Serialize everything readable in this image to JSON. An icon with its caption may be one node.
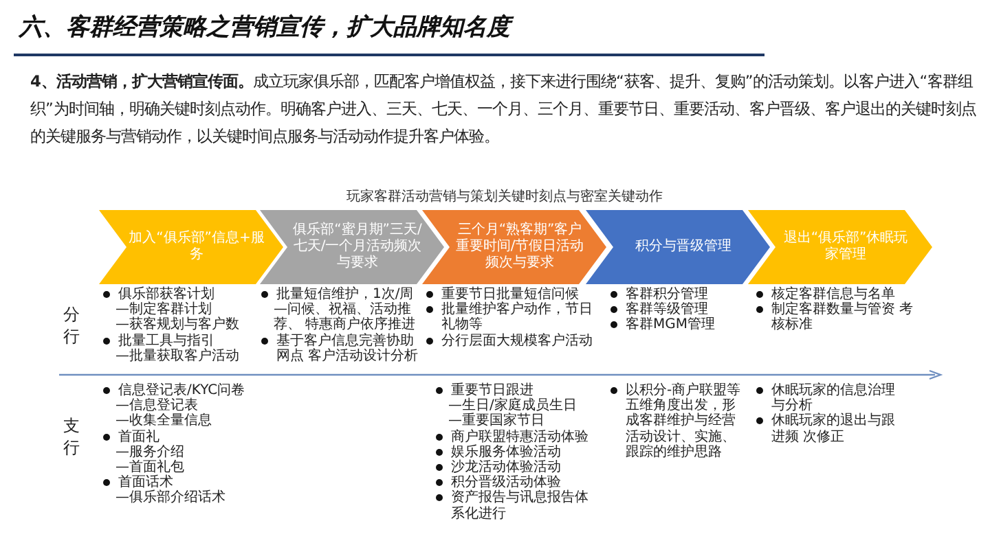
{
  "diagram": {
    "title": "六、客群经营策略之营销宣传，扩大品牌知名度",
    "nodes": [
      {
        "text": [
          "加入“俱乐部”信息+服务"
        ]
      },
      {
        "text": [
          "俱乐部“蜜月期”三天/七天/一个月活动频次与要求"
        ]
      },
      {
        "text": [
          "三个月“熟客期”客户重要时间/节假日活动频次与要求"
        ]
      },
      {
        "text": [
          "积分与晋级管理"
        ]
      },
      {
        "text": [
          "退出“俱乐部”休眠玩家管理"
        ]
      }
    ],
    "edges": [],
    "labels": [
      "**4、活动营销，扩大营销宣传面。**成立玩家俱乐部，匹配客户增值权益，接下来进行围绕“获客、提升、复购”的活动策划。以客户进入“客群组织”为时间轴，明确关键时刻点动作。明确客户进入、三天、七天、一个月、三个月、重要节日、重要活动、客户晋级、客户退出的关键时刻点的关键服务与营销动作，以关键时间点服务与活动动作提升客户体验。",
      "玩家客群活动营销与策划关键时刻点与密室关键动作",
      "分行",
      "俱乐部获客计划",
      "—制定客群计划",
      "—获客规划与客户数",
      "批量工具与指引",
      "—批量获取客户活动",
      "批量短信维护，1次/周",
      "—问候、祝福、活动推荐、 特惠商户依序推进",
      "基于客户信息完善协助网点 客户活动设计分析",
      "重要节日批量短信问候",
      "批量维护客户动作，节日礼物等",
      "分行层面大规模客户活动",
      "客群积分管理",
      "客群等级管理",
      "客群MGM管理",
      "核定客群信息与名单",
      "制定客群数量与管资 考核标准",
      "支行",
      "信息登记表/KYC问卷",
      "—信息登记表",
      "—收集全量信息",
      "首面礼",
      "—服务介绍",
      "—首面礼包",
      "首面话术",
      "—俱乐部介绍话术",
      "重要节日跟进",
      "—生日/家庭成员生日",
      "—重要国家节日",
      "商户联盟特惠活动体验",
      "娱乐服务体验活动",
      "沙龙活动体验活动",
      "积分晋级活动体验",
      "资产报告与讯息报告体系化进行",
      "以积分-商户联盟等五维角度出发，形成客群维护与经营活动设计、实施、跟踪的维护思路",
      "休眠玩家的信息治理与分析",
      "休眠玩家的退出与跟进频 次修正"
    ]
  }
}
